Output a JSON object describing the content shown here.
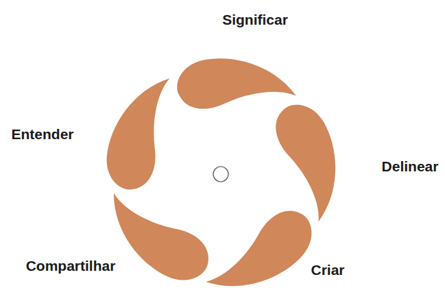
{
  "diagram": {
    "labels": [
      "Significar",
      "Delinear",
      "Criar",
      "Compartilhar",
      "Entender"
    ]
  }
}
